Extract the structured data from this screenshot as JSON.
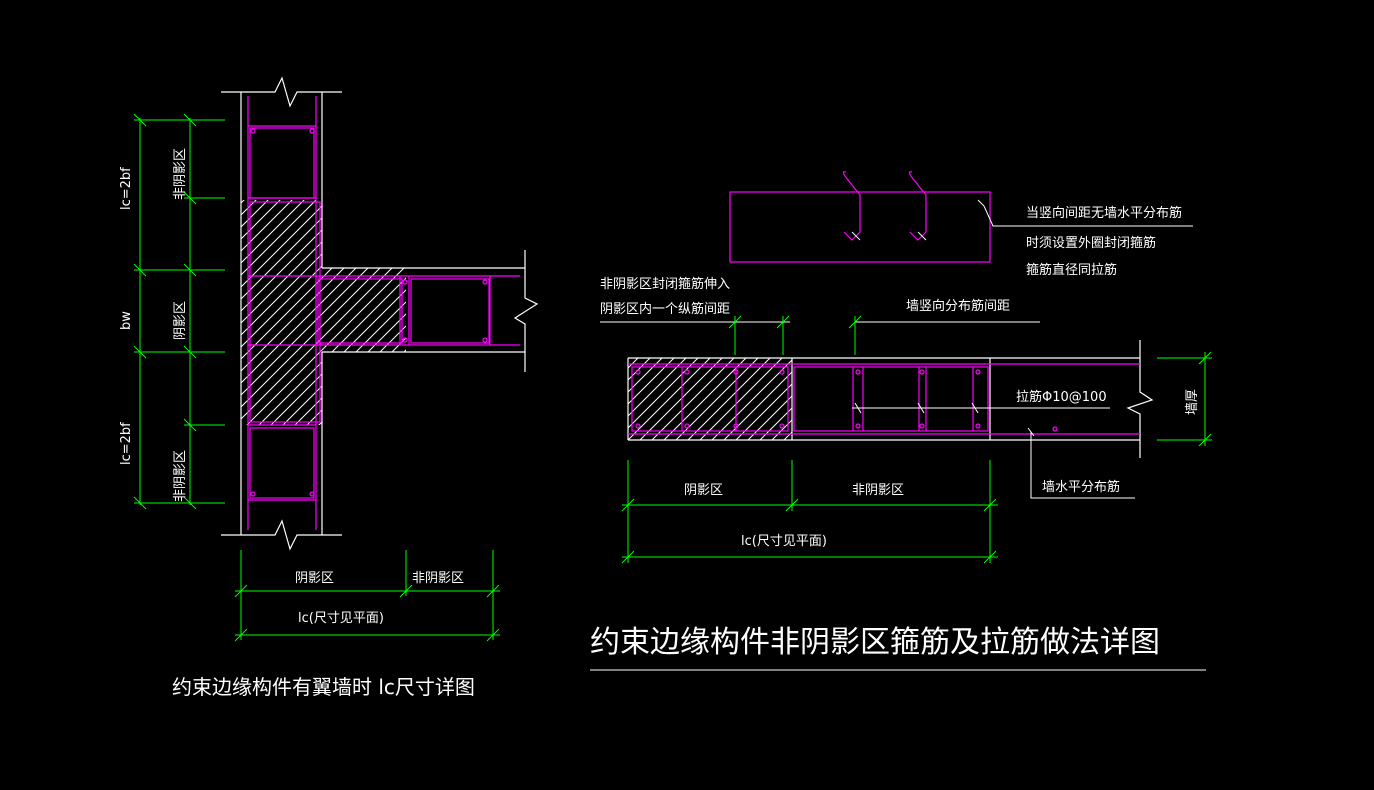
{
  "colors": {
    "background": "#000000",
    "outline": "#ffffff",
    "rebar": "#ff00ff",
    "dimension": "#00ff00",
    "text": "#ffffff"
  },
  "left_detail": {
    "caption": "约束边缘构件有翼墙时 lc尺寸详图",
    "vertical_dims": {
      "top": "lc=2bf",
      "middle": "bw",
      "bottom": "lc=2bf"
    },
    "vertical_zones": {
      "top": "非阴影区",
      "middle": "阴影区",
      "bottom": "非阴影区"
    },
    "bottom_zones": {
      "shadow": "阴影区",
      "non_shadow": "非阴影区"
    },
    "bottom_total": "lc(尺寸见平面)"
  },
  "right_detail": {
    "title": "约束边缘构件非阴影区箍筋及拉筋做法详图",
    "note_lines": [
      "当竖向间距无墙水平分布筋",
      "时须设置外圈封闭箍筋",
      "箍筋直径同拉筋"
    ],
    "extend_note": [
      "非阴影区封闭箍筋伸入",
      "阴影区内一个纵筋间距"
    ],
    "spacing_label": "墙竖向分布筋间距",
    "tie_label": "拉筋Φ10@100",
    "horizontal_bar_label": "墙水平分布筋",
    "thickness_label": "墙厚",
    "zones": {
      "shadow": "阴影区",
      "non_shadow": "非阴影区"
    },
    "total": "lc(尺寸见平面)"
  }
}
